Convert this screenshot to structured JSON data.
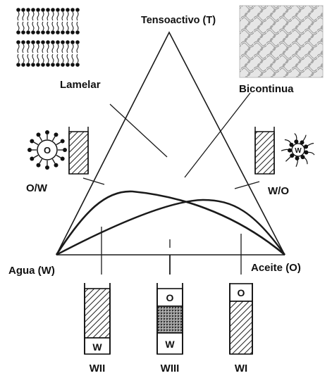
{
  "diagram": {
    "apex_label": "Tensoactivo (T)",
    "left_vertex_label": "Agua (W)",
    "right_vertex_label": "Aceite (O)",
    "region_labels": {
      "lamelar": "Lamelar",
      "bicontinua": "Bicontinua",
      "ow": "O/W",
      "wo": "W/O"
    },
    "micelle_labels": {
      "oil_core": "O",
      "water_core": "W"
    },
    "tubes": [
      {
        "label": "WII",
        "top_letter": "",
        "bottom_letter": "W"
      },
      {
        "label": "WIII",
        "top_letter": "O",
        "bottom_letter": "W"
      },
      {
        "label": "WI",
        "top_letter": "O",
        "bottom_letter": ""
      }
    ]
  }
}
